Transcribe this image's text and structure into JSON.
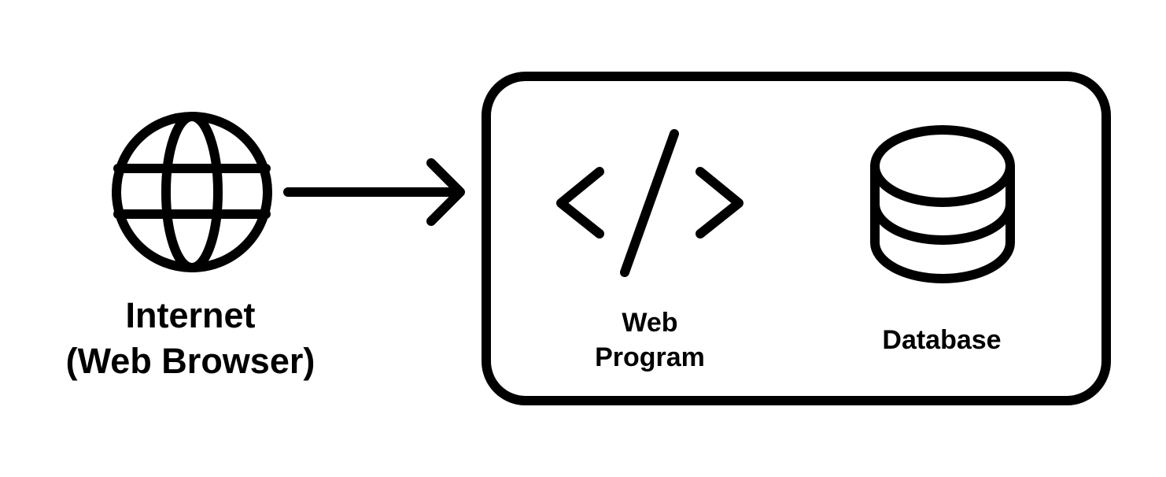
{
  "nodes": {
    "internet": {
      "line1": "Internet",
      "line2": "(Web Browser)",
      "icon": "globe-icon"
    },
    "web_program": {
      "line1": "Web",
      "line2": "Program",
      "icon": "code-icon"
    },
    "database": {
      "label": "Database",
      "icon": "database-icon"
    }
  },
  "edges": [
    {
      "from": "internet",
      "to": "server-container",
      "style": "arrow"
    }
  ],
  "colors": {
    "stroke": "#000000",
    "background": "#ffffff"
  }
}
